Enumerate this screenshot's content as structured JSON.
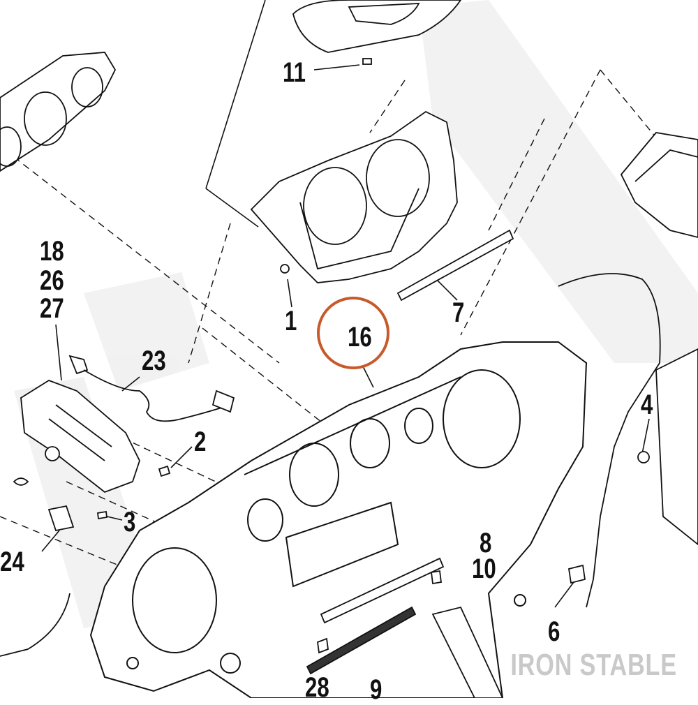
{
  "diagram": {
    "callouts": {
      "c11": "11",
      "c1": "1",
      "c16": "16",
      "c7": "7",
      "c18": "18",
      "c26": "26",
      "c27": "27",
      "c23": "23",
      "c2": "2",
      "c3": "3",
      "c24": "24",
      "c4": "4",
      "c8": "8",
      "c10": "10",
      "c6": "6",
      "c28": "28",
      "c9": "9"
    },
    "watermark": "IRON STABLE",
    "highlight_color": "#c85a2a",
    "line_color": "#111111",
    "watermark_color": "#e6e6e6"
  }
}
